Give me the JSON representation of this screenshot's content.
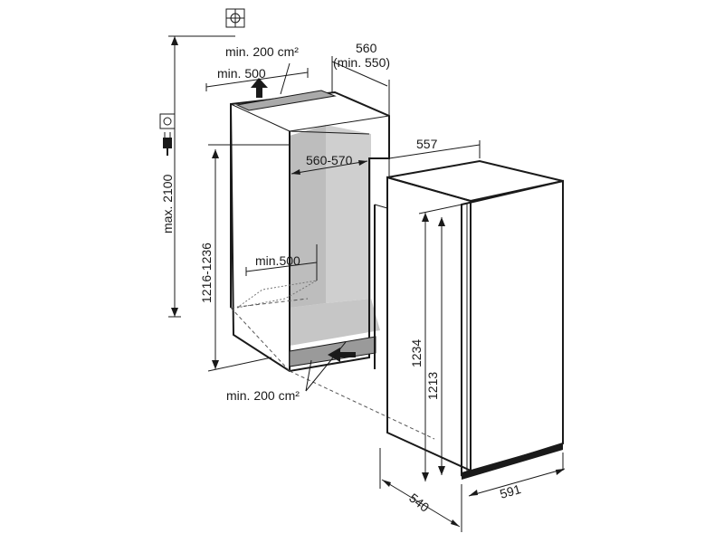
{
  "labels": {
    "max_height": "max. 2100",
    "niche_height": "1216-1236",
    "top_vent": "min. 200 cm²",
    "top_depth": "min. 500",
    "niche_depth_top": "560",
    "niche_depth_top_min": "(min. 550)",
    "niche_width": "560-570",
    "appliance_depth": "557",
    "floor_depth": "min.500",
    "bottom_vent": "min. 200 cm²",
    "height_1234": "1234",
    "height_1213": "1213",
    "depth_540": "540",
    "width_591": "591"
  },
  "icons": [
    "ground-symbol-icon",
    "socket-icon",
    "plug-icon",
    "airflow-up-arrow-icon",
    "airflow-in-arrow-icon"
  ],
  "colors": {
    "line": "#1a1a1a",
    "niche_interior": "#d4d4d4",
    "niche_shadow": "#b0b0b0"
  }
}
